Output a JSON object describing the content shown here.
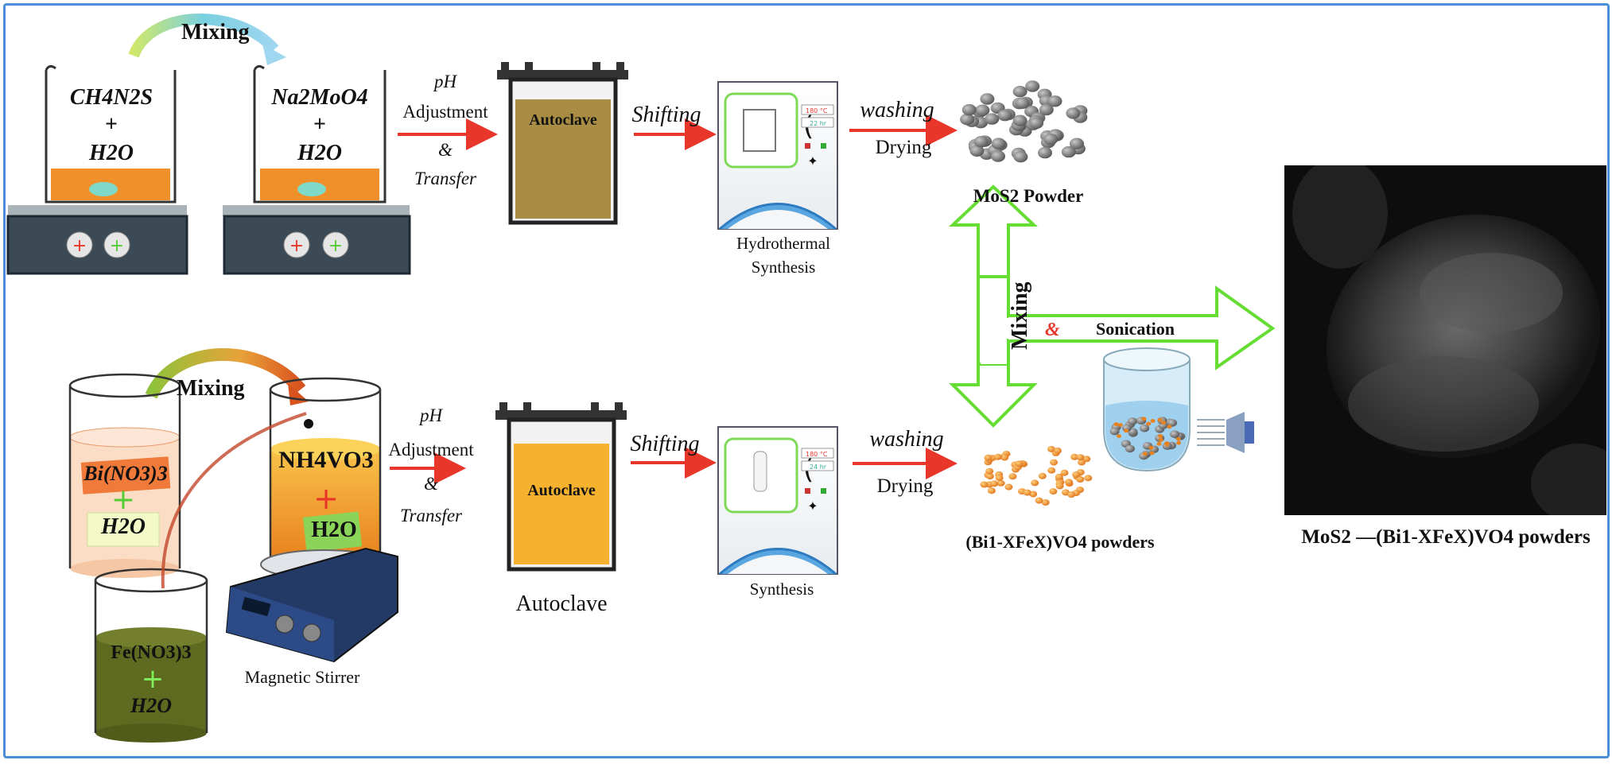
{
  "top_row": {
    "mixing": "Mixing",
    "beaker1": {
      "line1": "CH4N2S",
      "plus": "+",
      "line2": "H2O"
    },
    "beaker2": {
      "line1": "Na2MoO4",
      "plus": "+",
      "line2": "H2O"
    },
    "step1": {
      "pH": "pH",
      "adjust": "Adjustment",
      "amp": "&",
      "transfer": "Transfer"
    },
    "autoclave": "Autoclave",
    "shifting": "Shifting",
    "oven": {
      "temp": "180 °C",
      "time": "22 hr",
      "label1": "Hydrothermal",
      "label2": "Synthesis"
    },
    "washing": "washing",
    "drying": "Drying",
    "product": "MoS2 Powder"
  },
  "bottom_row": {
    "mixing": "Mixing",
    "cyl1": "Bi(NO3)3",
    "cyl1_water": "H2O",
    "cyl2": "NH4VO3",
    "cyl2_water": "H2O",
    "cyl3": "Fe(NO3)3",
    "cyl3_water": "H2O",
    "stirrer_label": "Magnetic Stirrer",
    "step1": {
      "pH": "pH",
      "adjust": "Adjustment",
      "amp": "&",
      "transfer": "Transfer"
    },
    "autoclave": "Autoclave",
    "autoclave_caption": "Autoclave",
    "shifting": "Shifting",
    "oven": {
      "temp": "180 °C",
      "time": "24 hr",
      "label": "Synthesis"
    },
    "washing": "washing",
    "drying": "Drying",
    "product": "(Bi1-XFeX)VO4 powders"
  },
  "combine": {
    "mixing": "Mixing",
    "amp": "&",
    "sonication": "Sonication"
  },
  "final": {
    "product": "MoS2 —(Bi1-XFeX)VO4 powders"
  },
  "colors": {
    "arrow_red": "#e8362a",
    "frame_blue": "#4a90d9",
    "hollow_arrow_green": "#66dd33",
    "solution_orange": "#f5a623"
  }
}
